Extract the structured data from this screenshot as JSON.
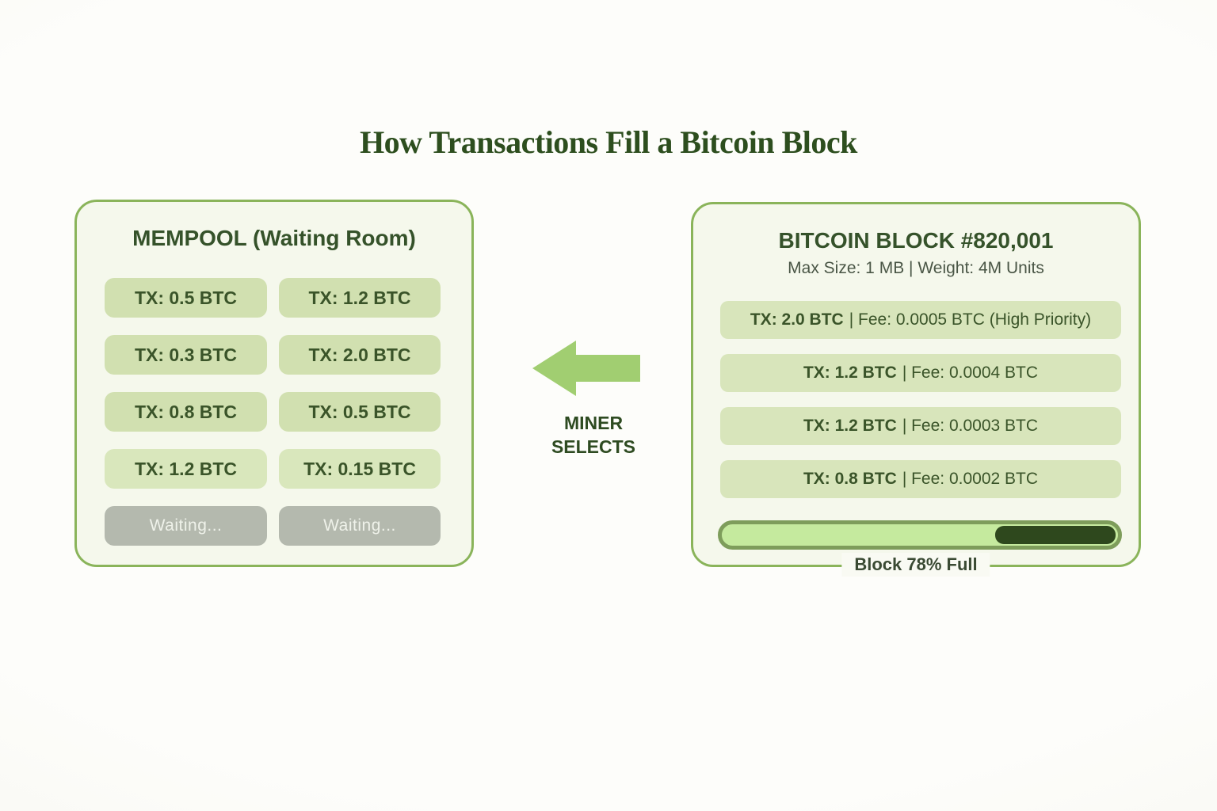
{
  "page": {
    "title": "How Transactions Fill a Bitcoin Block"
  },
  "palette": {
    "title_green": "#2d4e1e",
    "panel_border_green": "#8ab45a",
    "panel_bg": "#f5f8ec",
    "tx_box_bg": "#d1e0b0",
    "tx_text_green": "#3a5429",
    "waiting_box_bg": "#b4b9ae",
    "waiting_text": "#eff2ea",
    "arrow_green": "#a1ce71",
    "bar_border": "#7e9d5b",
    "bar_fill_light": "#c5ea9e",
    "bar_remainder_dark": "#2e481d"
  },
  "mempool": {
    "title": "MEMPOOL (Waiting Room)",
    "transactions": [
      "TX: 0.5 BTC",
      "TX: 1.2 BTC",
      "TX: 0.3 BTC",
      "TX: 2.0 BTC",
      "TX: 0.8 BTC",
      "TX: 0.5 BTC",
      "TX: 1.2 BTC",
      "TX: 0.15 BTC"
    ],
    "waiting": [
      "Waiting...",
      "Waiting..."
    ]
  },
  "miner": {
    "line1": "MINER",
    "line2": "SELECTS",
    "arrow_icon": "left-arrow-icon"
  },
  "block": {
    "title": "BITCOIN BLOCK #820,001",
    "subtitle": "Max Size: 1 MB | Weight: 4M Units",
    "transactions": [
      {
        "tx": "TX: 2.0 BTC",
        "fee": "| Fee: 0.0005 BTC (High Priority)"
      },
      {
        "tx": "TX: 1.2 BTC",
        "fee": "| Fee: 0.0004 BTC"
      },
      {
        "tx": "TX: 1.2 BTC",
        "fee": "| Fee: 0.0003 BTC"
      },
      {
        "tx": "TX: 0.8 BTC",
        "fee": "| Fee: 0.0002 BTC"
      }
    ],
    "fill_percent_label": "Block 78% Full",
    "fill_visual_percent": 69
  }
}
